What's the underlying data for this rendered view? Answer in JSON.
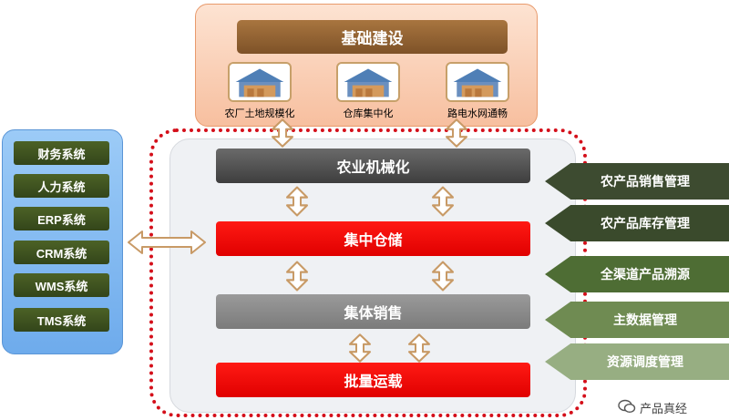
{
  "infrastructure": {
    "title": "基础建设",
    "items": [
      {
        "label": "农厂土地规模化",
        "icon": "warehouse-icon"
      },
      {
        "label": "仓库集中化",
        "icon": "warehouse-icon"
      },
      {
        "label": "路电水网通畅",
        "icon": "warehouse-icon"
      }
    ]
  },
  "systems": [
    "财务系统",
    "人力系统",
    "ERP系统",
    "CRM系统",
    "WMS系统",
    "TMS系统"
  ],
  "platform": {
    "stages": [
      "农业机械化",
      "集中仓储",
      "集体销售",
      "批量运载"
    ]
  },
  "management": [
    {
      "label": "农产品销售管理",
      "color": "#3d4b30"
    },
    {
      "label": "农产品库存管理",
      "color": "#3a4a2c"
    },
    {
      "label": "全渠道产品溯源",
      "color": "#4e6d34"
    },
    {
      "label": "主数据管理",
      "color": "#6f8b52"
    },
    {
      "label": "资源调度管理",
      "color": "#97ae82"
    }
  ],
  "watermark": {
    "text": "产品真经",
    "icon": "wechat-icon"
  }
}
